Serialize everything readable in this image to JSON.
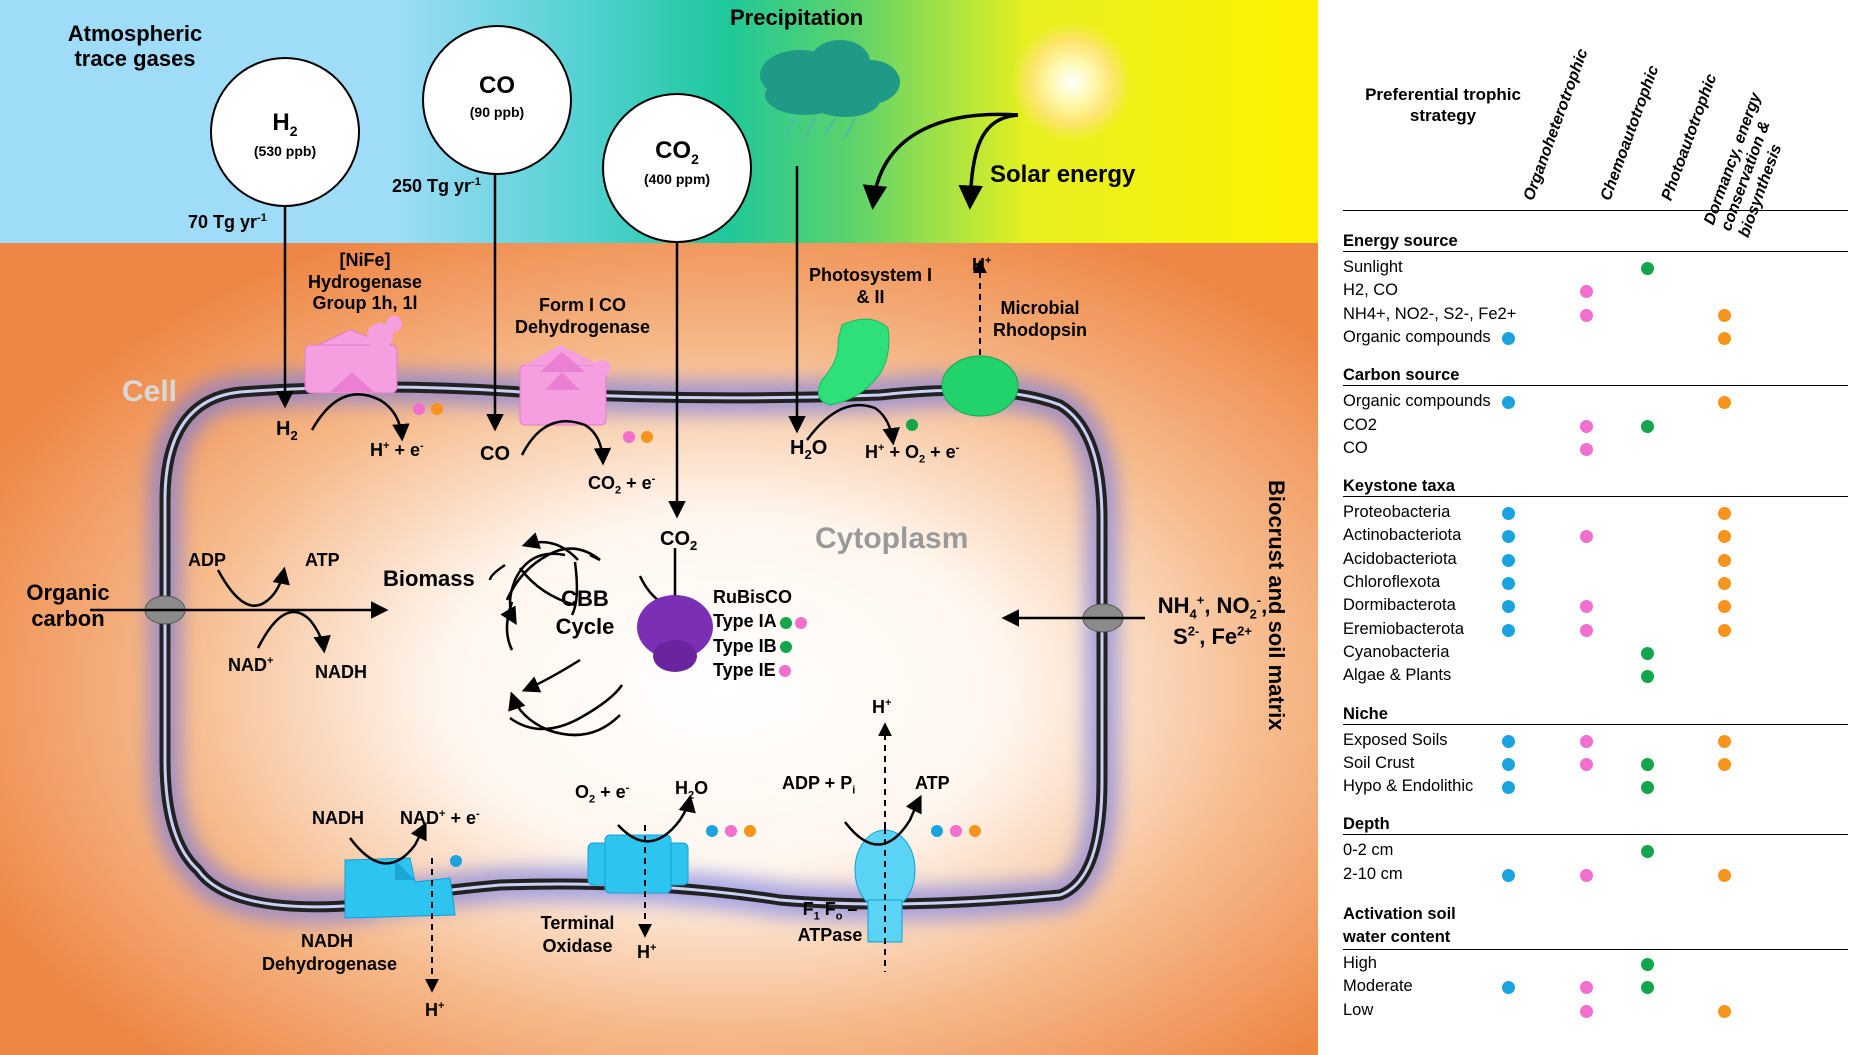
{
  "colors": {
    "blue": "#1ba3e0",
    "pink": "#f26fcf",
    "green": "#13a54b",
    "orange": "#f7941d",
    "soil": "#ef8a48"
  },
  "sky": {
    "atmos_label": "Atmospheric trace gases",
    "precip_label": "Precipitation",
    "solar_label": "Solar energy"
  },
  "gases": {
    "h2": {
      "formula": "H2",
      "conc": "(530 ppb)",
      "flux": "70 Tg yr-1"
    },
    "co": {
      "formula": "CO",
      "conc": "(90 ppb)",
      "flux": "250 Tg yr-1"
    },
    "co2": {
      "formula": "CO2",
      "conc": "(400 ppm)"
    }
  },
  "enzymes": {
    "hydrogenase": "[NiFe] Hydrogenase Group 1h, 1l",
    "codh": "Form I CO Dehydrogenase",
    "photosystem": "Photosystem I & II",
    "rhodopsin": "Microbial Rhodopsin",
    "nadh_dh": "NADH Dehydrogenase",
    "oxidase": "Terminal Oxidase",
    "atpase": "F1 Fo – ATPase",
    "rubisco": "RuBisCO",
    "type_ia": "Type IA",
    "type_ib": "Type IB",
    "type_ie": "Type IE"
  },
  "cell": {
    "cell_label": "Cell",
    "cytoplasm_label": "Cytoplasm",
    "matrix_label": "Biocrust and soil matrix",
    "organic_carbon": "Organic carbon",
    "biomass": "Biomass",
    "cbb": "CBB Cycle",
    "adp": "ADP",
    "atp": "ATP",
    "nad": "NAD+",
    "nadh": "NADH",
    "h2": "H2",
    "hplus_e": "H+ + e-",
    "co": "CO",
    "co2_e": "CO2 + e-",
    "co2": "CO2",
    "h2o": "H2O",
    "h_o2_e": "H+ + O2 + e-",
    "hplus": "H+",
    "nadh2": "NADH",
    "nad_e": "NAD+ + e-",
    "o2_e": "O2 + e-",
    "h2o_2": "H2O",
    "adp_pi": "ADP + Pi",
    "atp2": "ATP",
    "inorganic": "NH4+, NO2-, S2-, Fe2+"
  },
  "table": {
    "title": "Preferential trophic strategy",
    "columns": [
      "Organoheterotrophic",
      "Chemoautotrophic",
      "Photoautotrophic",
      "Dormancy, energy conservation & biosynthesis"
    ],
    "sections": [
      {
        "name": "Energy source",
        "rows": [
          {
            "label": "Sunlight",
            "marks": [
              0,
              0,
              1,
              0
            ]
          },
          {
            "label": "H2, CO",
            "marks": [
              0,
              1,
              0,
              0
            ]
          },
          {
            "label": "NH4+, NO2-, S2-, Fe2+",
            "marks": [
              0,
              1,
              0,
              1
            ]
          },
          {
            "label": "Organic compounds",
            "marks": [
              1,
              0,
              0,
              1
            ]
          }
        ]
      },
      {
        "name": "Carbon source",
        "rows": [
          {
            "label": "Organic compounds",
            "marks": [
              1,
              0,
              0,
              1
            ]
          },
          {
            "label": "CO2",
            "marks": [
              0,
              1,
              1,
              0
            ]
          },
          {
            "label": "CO",
            "marks": [
              0,
              1,
              0,
              0
            ]
          }
        ]
      },
      {
        "name": "Keystone taxa",
        "rows": [
          {
            "label": "Proteobacteria",
            "marks": [
              1,
              0,
              0,
              1
            ]
          },
          {
            "label": "Actinobacteriota",
            "marks": [
              1,
              1,
              0,
              1
            ]
          },
          {
            "label": "Acidobacteriota",
            "marks": [
              1,
              0,
              0,
              1
            ]
          },
          {
            "label": "Chloroflexota",
            "marks": [
              1,
              0,
              0,
              1
            ]
          },
          {
            "label": "Dormibacterota",
            "marks": [
              1,
              1,
              0,
              1
            ]
          },
          {
            "label": "Eremiobacterota",
            "marks": [
              1,
              1,
              0,
              1
            ]
          },
          {
            "label": "Cyanobacteria",
            "marks": [
              0,
              0,
              1,
              0
            ]
          },
          {
            "label": "Algae & Plants",
            "marks": [
              0,
              0,
              1,
              0
            ]
          }
        ]
      },
      {
        "name": "Niche",
        "rows": [
          {
            "label": "Exposed Soils",
            "marks": [
              1,
              1,
              0,
              1
            ]
          },
          {
            "label": "Soil Crust",
            "marks": [
              1,
              1,
              1,
              1
            ]
          },
          {
            "label": "Hypo & Endolithic",
            "marks": [
              1,
              0,
              1,
              0
            ]
          }
        ]
      },
      {
        "name": "Depth",
        "rows": [
          {
            "label": "0-2 cm",
            "marks": [
              0,
              0,
              1,
              0
            ]
          },
          {
            "label": "2-10 cm",
            "marks": [
              1,
              1,
              0,
              1
            ]
          }
        ]
      },
      {
        "name": "Activation soil water content",
        "rows": [
          {
            "label": "High",
            "marks": [
              0,
              0,
              1,
              0
            ]
          },
          {
            "label": "Moderate",
            "marks": [
              1,
              1,
              1,
              0
            ]
          },
          {
            "label": "Low",
            "marks": [
              0,
              1,
              0,
              1
            ]
          }
        ]
      }
    ]
  }
}
